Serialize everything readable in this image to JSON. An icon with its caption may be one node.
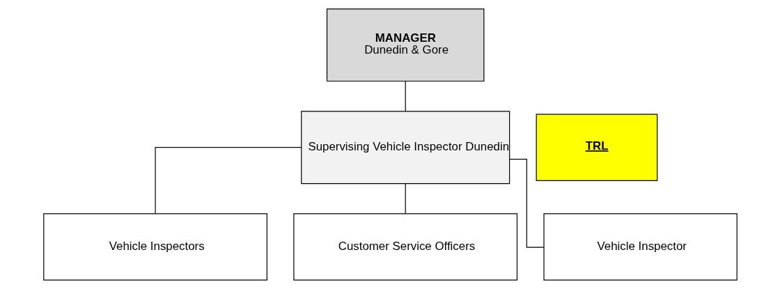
{
  "diagram": {
    "nodes": [
      {
        "text": [
          "MANAGER",
          "Dunedin & Gore"
        ]
      },
      {
        "text": [
          "Supervising Vehicle Inspector Dunedin"
        ]
      },
      {
        "text": [
          "TRL"
        ]
      },
      {
        "text": [
          "Vehicle Inspectors"
        ]
      },
      {
        "text": [
          "Customer Service Officers"
        ]
      },
      {
        "text": [
          "Vehicle Inspector"
        ]
      }
    ],
    "edges": [
      {
        "from": 0,
        "to": 1,
        "arrow": "none"
      },
      {
        "from": 1,
        "to": 3,
        "arrow": "none"
      },
      {
        "from": 1,
        "to": 4,
        "arrow": "none"
      },
      {
        "from": 1,
        "to": 5,
        "arrow": "none"
      }
    ]
  }
}
